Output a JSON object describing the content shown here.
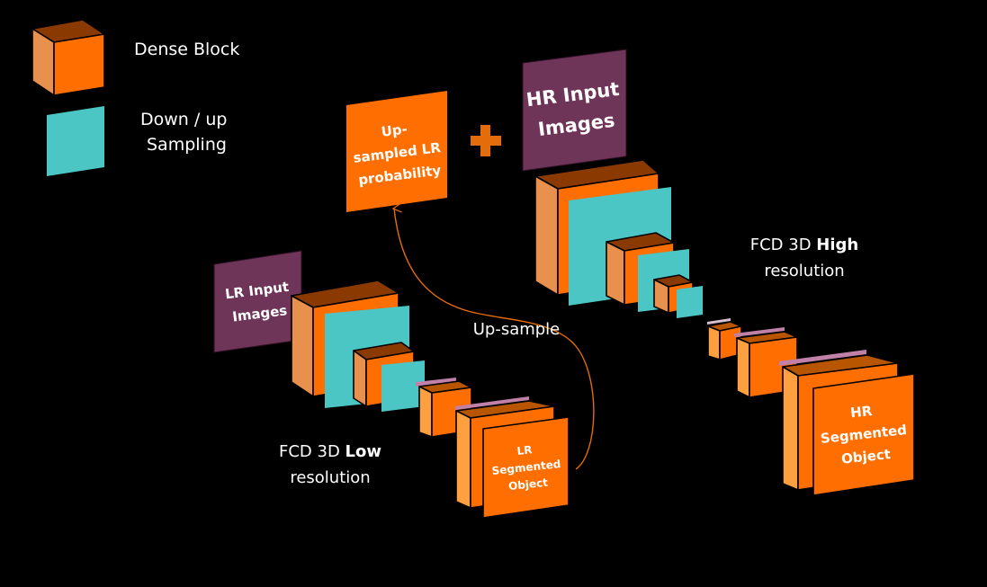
{
  "colors": {
    "background": "#000000",
    "dense_front": "#FF6E00",
    "dense_side": "#E8904E",
    "dense_top": "#8A3A00",
    "sampling": "#4CC6C4",
    "input_panel": "#6E3558",
    "output_side": "#FFA040",
    "frame_edge": "#C080A8",
    "arrow": "#E46C0A",
    "text": "#FFFFFF"
  },
  "legend": {
    "dense_block": "Dense Block",
    "sampling_line1": "Down / up",
    "sampling_line2": "Sampling"
  },
  "low_res_network": {
    "input_line1": "LR Input",
    "input_line2": "Images",
    "output_line1": "LR",
    "output_line2": "Segmented",
    "output_line3": "Object",
    "caption_prefix": "FCD 3D ",
    "caption_bold": "Low",
    "caption_line2": "resolution"
  },
  "upsampled_panel": {
    "line1": "Up-",
    "line2": "sampled LR",
    "line3": "probability"
  },
  "combine_symbol": "+",
  "upsample_arrow_label": "Up-sample",
  "high_res_network": {
    "input_line1": "HR Input",
    "input_line2": "Images",
    "output_line1": "HR",
    "output_line2": "Segmented",
    "output_line3": "Object",
    "caption_prefix": "FCD 3D ",
    "caption_bold": "High",
    "caption_line2": "resolution"
  }
}
